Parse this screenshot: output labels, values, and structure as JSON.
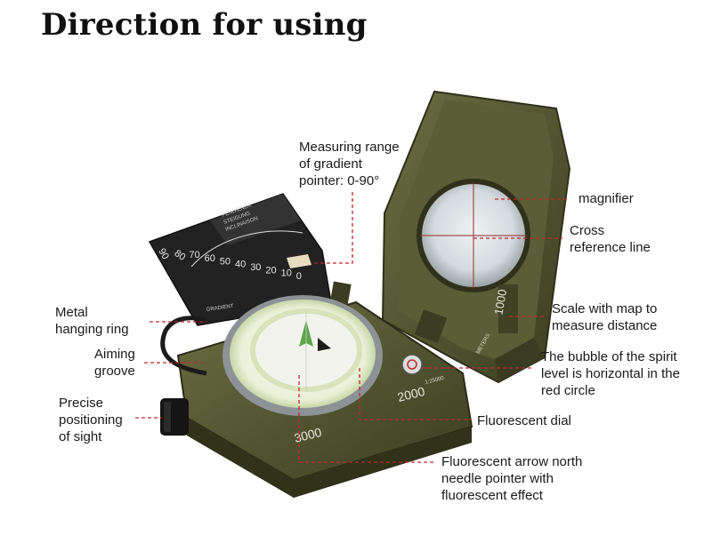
{
  "title": "Direction for using",
  "labels": {
    "gradient": [
      "Measuring range",
      "of gradient",
      "pointer: 0-90°"
    ],
    "magnifier": [
      "magnifier"
    ],
    "cross": [
      "Cross",
      "reference line"
    ],
    "scale": [
      "Scale with map to",
      "measure distance"
    ],
    "bubble": [
      "The bubble of the spirit",
      "level is horizontal in the",
      "red circle"
    ],
    "fluor_dial": [
      "Fluorescent dial"
    ],
    "fluor_arrow": [
      "Fluorescent arrow north",
      "needle pointer with",
      "fluorescent effect"
    ],
    "metal_ring": [
      "Metal",
      "hanging ring"
    ],
    "aiming": [
      "Aiming",
      "groove"
    ],
    "precise": [
      "Precise",
      "positioning",
      "of sight"
    ]
  },
  "device_text": {
    "clino_numbers": [
      "90",
      "80",
      "70",
      "60",
      "50",
      "40",
      "30",
      "20",
      "10",
      "0"
    ],
    "clino_small": [
      "PENDIENZA",
      "STEIGUNG",
      "INCLINAISON"
    ],
    "clino_bottom": "GRADIENT",
    "scale_1000": "1000",
    "scale_2000": "2000",
    "scale_3000": "3000",
    "ratio": "1:25000",
    "meters": "METERS"
  },
  "colors": {
    "body": "#4a4d2c",
    "body_light": "#6b6e41",
    "leader": "#c0282d"
  }
}
